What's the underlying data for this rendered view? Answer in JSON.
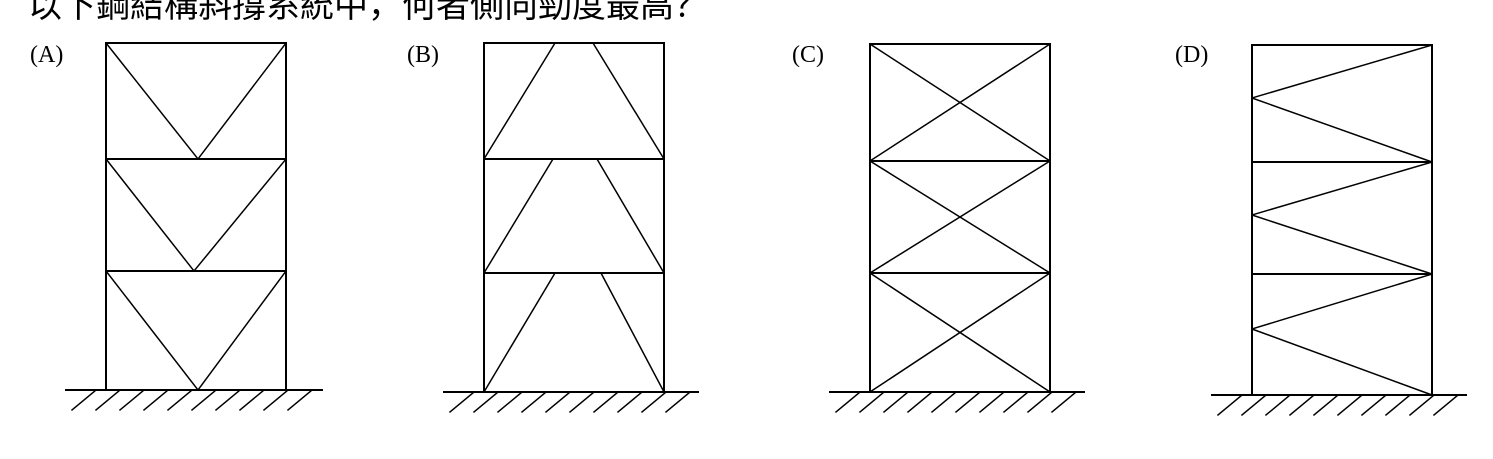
{
  "question": "以下鋼結構斜撐系統中，何者側向勁度最高？",
  "options": [
    {
      "label": "(A)",
      "bracing": "V"
    },
    {
      "label": "(B)",
      "bracing": "inverted-V"
    },
    {
      "label": "(C)",
      "bracing": "X"
    },
    {
      "label": "(D)",
      "bracing": "K-single-side"
    }
  ],
  "stories_per_frame": 3,
  "colors": {
    "line": "#000000",
    "background": "#ffffff"
  }
}
